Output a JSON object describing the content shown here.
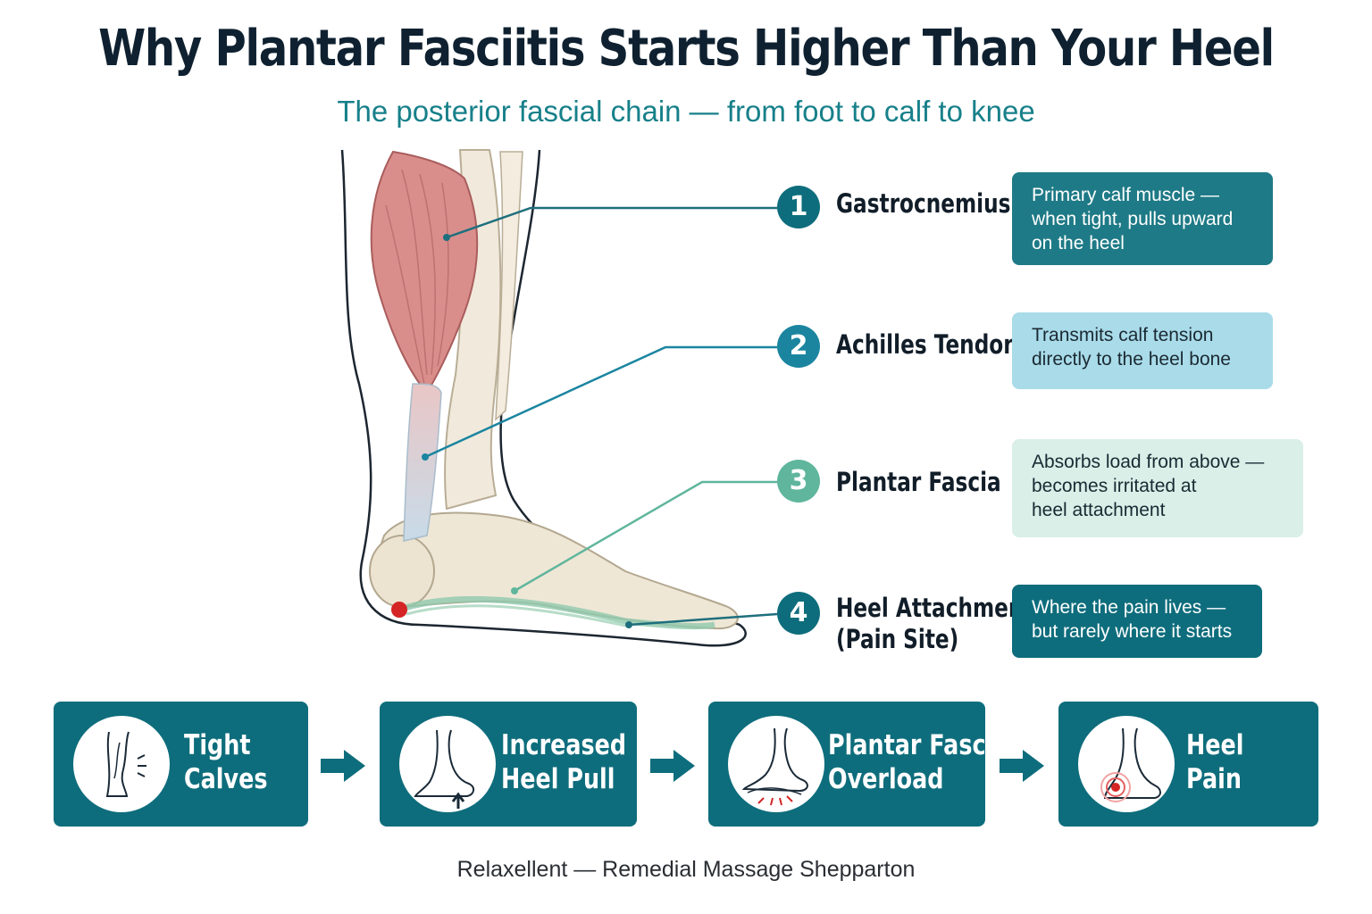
{
  "header": {
    "title": "Why Plantar Fasciitis Starts Higher Than Your Heel",
    "subtitle": "The posterior fascial chain — from foot to calf to knee"
  },
  "callouts": [
    {
      "number": "1",
      "label_lines": [
        "Gastrocnemius"
      ],
      "description_lines": [
        "Primary calf muscle —",
        "when tight, pulls upward",
        "on the heel"
      ],
      "color": "#0e6d7c"
    },
    {
      "number": "2",
      "label_lines": [
        "Achilles Tendon"
      ],
      "description_lines": [
        "Transmits calf tension",
        "directly to the heel bone"
      ],
      "color": "#1b85a0"
    },
    {
      "number": "3",
      "label_lines": [
        "Plantar Fascia"
      ],
      "description_lines": [
        "Absorbs load from above —",
        "becomes irritated at",
        "heel attachment"
      ],
      "color": "#5fb69c"
    },
    {
      "number": "4",
      "label_lines": [
        "Heel Attachment",
        "(Pain Site)"
      ],
      "description_lines": [
        "Where the pain lives —",
        "but rarely where it starts"
      ],
      "color": "#0e6d7c"
    }
  ],
  "flow": [
    {
      "line1": "Tight",
      "line2": "Calves",
      "icon": "calves-icon"
    },
    {
      "line1": "Increased",
      "line2": "Heel Pull",
      "icon": "heel-pull-icon"
    },
    {
      "line1": "Plantar Fascia",
      "line2": "Overload",
      "icon": "fascia-overload-icon"
    },
    {
      "line1": "Heel",
      "line2": "Pain",
      "icon": "heel-pain-icon"
    }
  ],
  "footer": "Relaxellent — Remedial Massage Shepparton",
  "colors": {
    "teal_dark": "#0e6d7c",
    "teal_subtitle": "#17808a",
    "light_blue": "#a9dbe9",
    "mint": "#d9efe8",
    "pain_red": "#d42424"
  }
}
